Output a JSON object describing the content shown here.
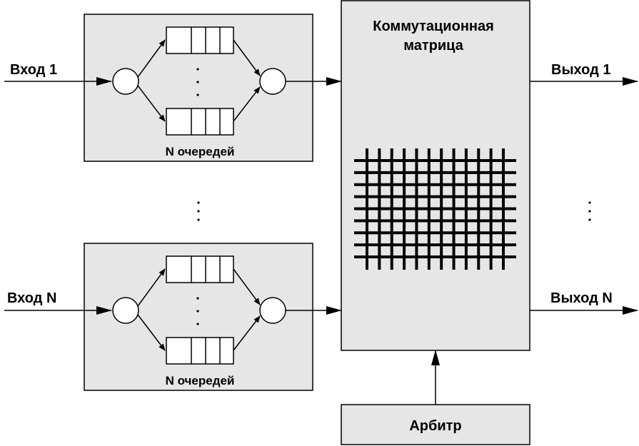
{
  "inputs": {
    "first": "Вход 1",
    "last": "Вход N"
  },
  "outputs": {
    "first": "Выход 1",
    "last": "Выход N"
  },
  "queue_groups": {
    "caption": "N очередей"
  },
  "switch_matrix": {
    "title_line1": "Коммутационная",
    "title_line2": "матрица"
  },
  "arbiter": {
    "label": "Арбитр"
  },
  "colors": {
    "block_fill": "#e6e6e6",
    "stroke": "#000000"
  }
}
